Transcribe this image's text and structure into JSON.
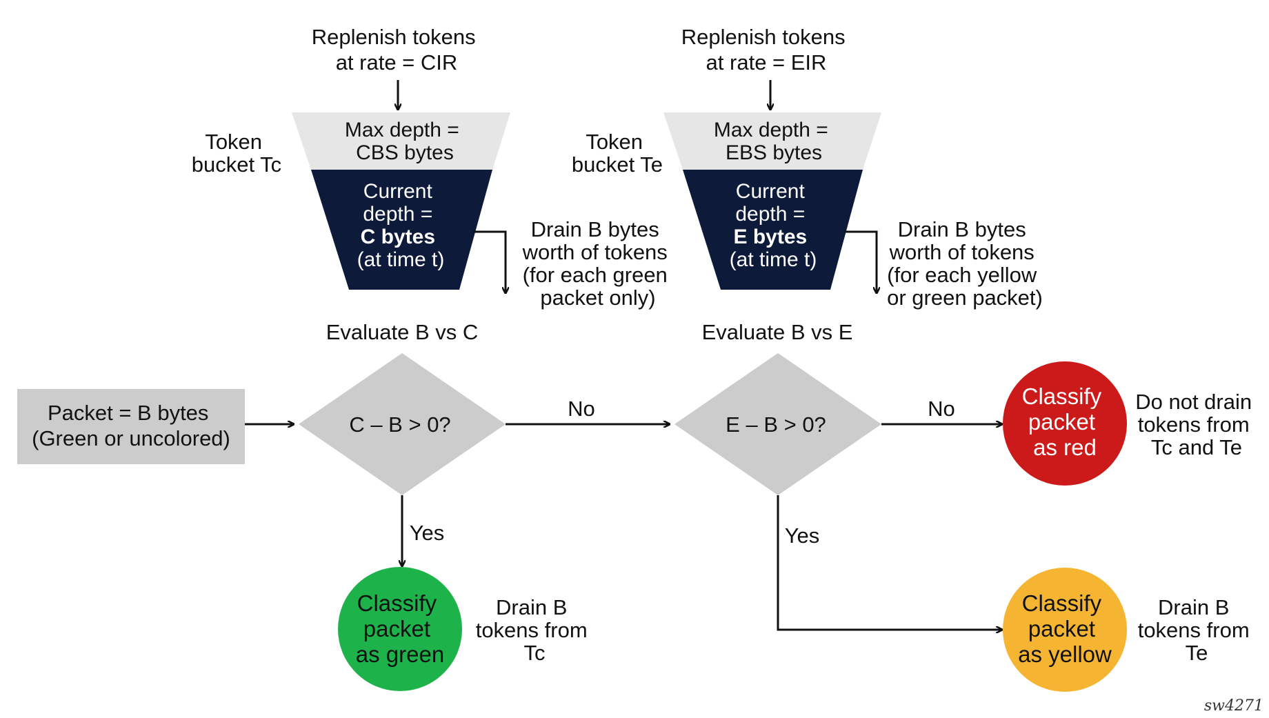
{
  "bucket_c": {
    "replenish": [
      "Replenish tokens",
      "at rate = CIR"
    ],
    "name": [
      "Token",
      "bucket Tc"
    ],
    "max_depth": [
      "Max depth =",
      "CBS bytes"
    ],
    "current_depth": [
      "Current",
      "depth =",
      "C bytes",
      "(at time t)"
    ],
    "drain": [
      "Drain B bytes",
      "worth of tokens",
      "(for each green",
      "packet only)"
    ],
    "evaluate": "Evaluate B vs C"
  },
  "bucket_e": {
    "replenish": [
      "Replenish tokens",
      "at rate = EIR"
    ],
    "name": [
      "Token",
      "bucket Te"
    ],
    "max_depth": [
      "Max depth =",
      "EBS bytes"
    ],
    "current_depth": [
      "Current",
      "depth =",
      "E bytes",
      "(at time t)"
    ],
    "drain": [
      "Drain B bytes",
      "worth of tokens",
      "(for each yellow",
      "or green packet)"
    ],
    "evaluate": "Evaluate B vs E"
  },
  "packet": [
    "Packet = B bytes",
    "(Green or uncolored)"
  ],
  "decision_c": "C – B > 0?",
  "decision_e": "E – B > 0?",
  "edges": {
    "no_1": "No",
    "no_2": "No",
    "yes_1": "Yes",
    "yes_2": "Yes"
  },
  "outcomes": {
    "green": {
      "label": [
        "Classify",
        "packet",
        "as green"
      ],
      "note": [
        "Drain B",
        "tokens from",
        "Tc"
      ],
      "color": "#1db34a"
    },
    "yellow": {
      "label": [
        "Classify",
        "packet",
        "as yellow"
      ],
      "note": [
        "Drain B",
        "tokens from",
        "Te"
      ],
      "color": "#f5b533"
    },
    "red": {
      "label": [
        "Classify",
        "packet",
        "as red"
      ],
      "note": [
        "Do not drain",
        "tokens from",
        "Tc and Te"
      ],
      "color": "#cc1a1a"
    }
  },
  "colors": {
    "bucket_top": "#e6e6e6",
    "bucket_fill": "#0d1a3a",
    "node_gray": "#cccccc"
  },
  "credit": "sw4271"
}
